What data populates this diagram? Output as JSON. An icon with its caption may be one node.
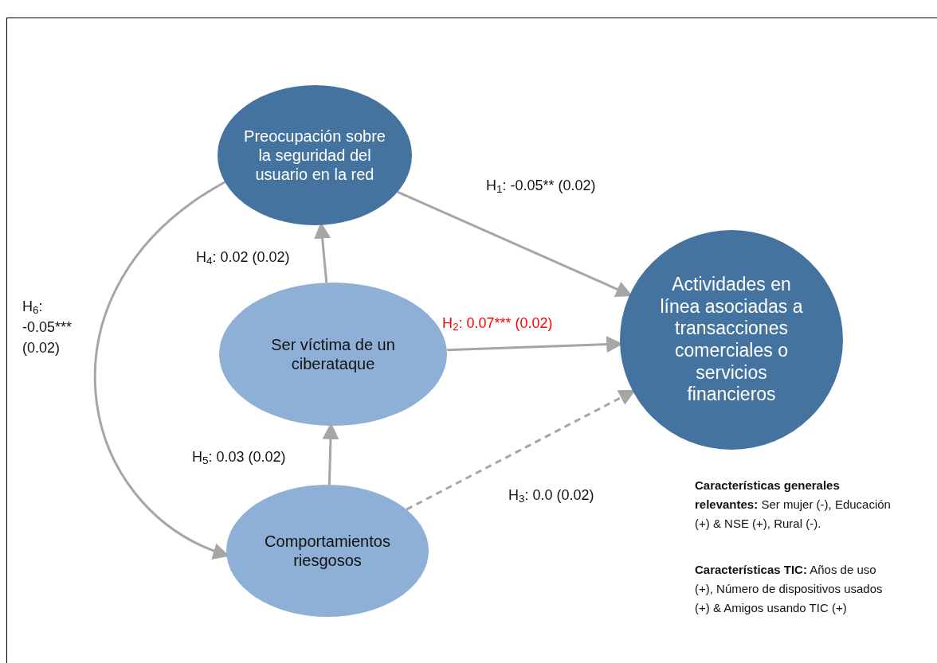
{
  "diagram": {
    "nodes": [
      {
        "text": [
          "Preocupación sobre la seguridad del usuario en la red"
        ]
      },
      {
        "text": [
          "Actividades en línea asociadas a transacciones comerciales o servicios financieros"
        ]
      },
      {
        "text": [
          "Ser víctima de un ciberataque"
        ]
      },
      {
        "text": [
          "Comportamientos riesgosos"
        ]
      }
    ],
    "edges": [
      {
        "from": 0,
        "to": 1,
        "arrow": "to",
        "label": "H$_{1}$: -0.05** (0.02)"
      },
      {
        "from": 2,
        "to": 1,
        "arrow": "to",
        "label": "H$_{2}$: 0.07*** (0.02)"
      },
      {
        "from": 3,
        "to": 1,
        "arrow": "to",
        "label": "H$_{3}$: 0.0 (0.02)",
        "style": "dashed"
      },
      {
        "from": 2,
        "to": 0,
        "arrow": "to",
        "label": "H$_{4}$: 0.02 (0.02)"
      },
      {
        "from": 3,
        "to": 2,
        "arrow": "to",
        "label": "H$_{5}$: 0.03 (0.02)"
      },
      {
        "from": 0,
        "to": 3,
        "arrow": "to",
        "label": "H$_{6}$: -0.05*** (0.02)"
      }
    ],
    "labels": [
      "**Características generales relevantes:** Ser mujer (-), Educación (+) & NSE (+), Rural (-).",
      "**Características TIC:** Años de uso (+), Número de dispositivos usados (+) & Amigos usando TIC (+)"
    ]
  }
}
